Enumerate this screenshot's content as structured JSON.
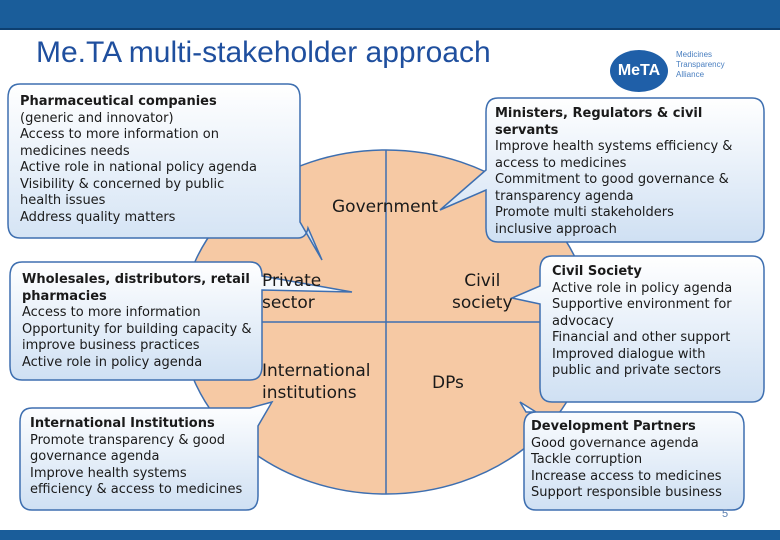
{
  "title": "Me.TA multi-stakeholder approach",
  "logo": {
    "text": "MeTA",
    "caption": [
      "Medicines",
      "Transparency",
      "Alliance"
    ]
  },
  "colors": {
    "top_bar": "#1a5d9a",
    "title": "#1f4f9e",
    "ellipse_fill": "#f6c9a4",
    "box_fill_top": "#ffffff",
    "box_fill_bottom": "#cfe0f3",
    "box_border": "#3e6fb0"
  },
  "center_labels": {
    "government": "Government",
    "private_sector": [
      "Private",
      "sector"
    ],
    "civil_society": [
      "Civil",
      "society"
    ],
    "international": [
      "International",
      "institutions"
    ],
    "dps": "DPs"
  },
  "boxes": {
    "pharma": {
      "heading": "Pharmaceutical companies",
      "lines": [
        "(generic and innovator)",
        "Access to more information on",
        "medicines needs",
        "Active role in national policy agenda",
        "Visibility & concerned by public",
        "health issues",
        "Address quality matters"
      ]
    },
    "ministers": {
      "heading": [
        "Ministers, Regulators & civil",
        "servants"
      ],
      "lines": [
        "Improve health systems efficiency &",
        "access to medicines",
        "Commitment to good governance &",
        "transparency agenda",
        "Promote multi stakeholders",
        "inclusive approach"
      ]
    },
    "wholesales": {
      "heading": [
        "Wholesales, distributors, retail",
        "pharmacies"
      ],
      "lines": [
        "Access to more information",
        "Opportunity for building capacity &",
        "improve business practices",
        "Active role in policy agenda"
      ]
    },
    "civil": {
      "heading": "Civil Society",
      "lines": [
        "Active role in policy agenda",
        "Supportive environment for",
        "advocacy",
        "Financial and other support",
        "Improved dialogue with",
        "public and private sectors"
      ]
    },
    "intl": {
      "heading": "International Institutions",
      "lines": [
        "Promote transparency &  good",
        "governance agenda",
        "Improve health systems",
        "efficiency & access to medicines"
      ]
    },
    "dev": {
      "heading": "Development Partners",
      "lines": [
        "Good governance agenda",
        "Tackle corruption",
        "Increase access to medicines",
        "Support responsible business"
      ]
    }
  },
  "page_number": "5"
}
